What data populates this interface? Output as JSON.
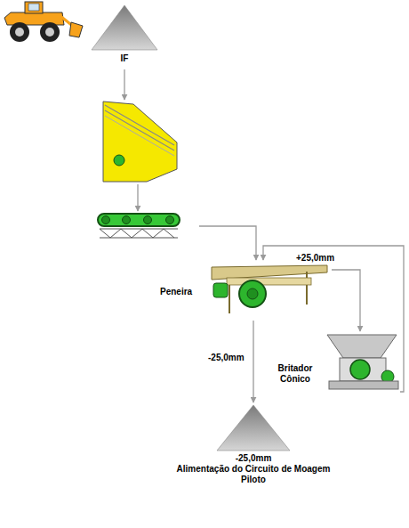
{
  "diagram": {
    "nodes": [
      {
        "text": [
          "IF"
        ]
      },
      {
        "text": []
      },
      {
        "text": []
      },
      {
        "text": [
          "Peneira"
        ]
      },
      {
        "text": [
          "Britador Cônico"
        ]
      },
      {
        "text": [
          "-25,0mm",
          "Alimentação do Circuito de Moagem Piloto"
        ]
      }
    ],
    "edges": [
      {
        "from": 0,
        "to": 1,
        "arrow": "to"
      },
      {
        "from": 1,
        "to": 2,
        "arrow": "to"
      },
      {
        "from": 2,
        "to": 3,
        "arrow": "to"
      },
      {
        "from": 3,
        "to": 4,
        "label": "+25,0mm",
        "arrow": "to"
      },
      {
        "from": 4,
        "to": 3,
        "arrow": "to"
      },
      {
        "from": 3,
        "to": 5,
        "label": "-25,0mm",
        "arrow": "to"
      }
    ]
  }
}
